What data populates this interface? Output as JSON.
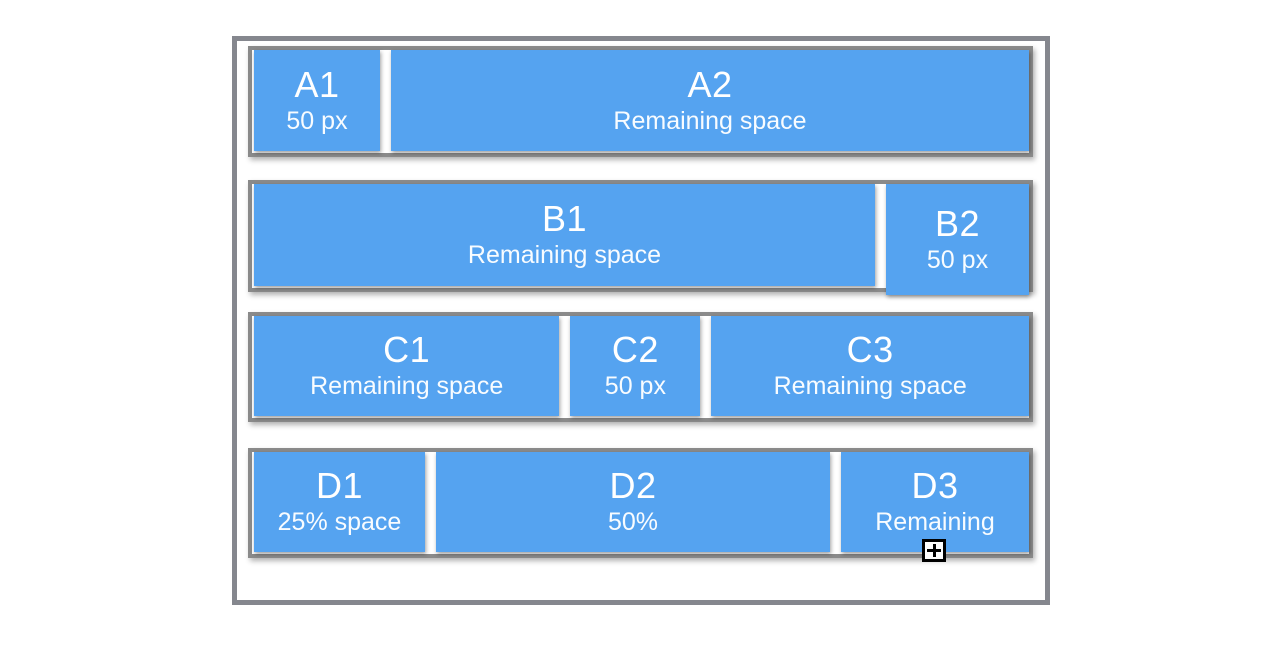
{
  "colors": {
    "box_blue": "#55a3f0",
    "row_border": "#8a8a8a",
    "outer_border": "#85878e",
    "text": "#ffffff",
    "page_background": "#ffffff"
  },
  "rows": [
    {
      "id": "row-a",
      "items": [
        {
          "title": "A1",
          "subtitle": "50 px"
        },
        {
          "title": "A2",
          "subtitle": "Remaining space"
        }
      ]
    },
    {
      "id": "row-b",
      "items": [
        {
          "title": "B1",
          "subtitle": "Remaining space"
        },
        {
          "title": "B2",
          "subtitle": "50 px"
        }
      ]
    },
    {
      "id": "row-c",
      "items": [
        {
          "title": "C1",
          "subtitle": "Remaining space"
        },
        {
          "title": "C2",
          "subtitle": "50 px"
        },
        {
          "title": "C3",
          "subtitle": "Remaining space"
        }
      ]
    },
    {
      "id": "row-d",
      "items": [
        {
          "title": "D1",
          "subtitle": "25% space"
        },
        {
          "title": "D2",
          "subtitle": "50%"
        },
        {
          "title": "D3",
          "subtitle": "Remaining"
        }
      ]
    }
  ],
  "cursor": {
    "icon": "cell-plus-cursor"
  }
}
